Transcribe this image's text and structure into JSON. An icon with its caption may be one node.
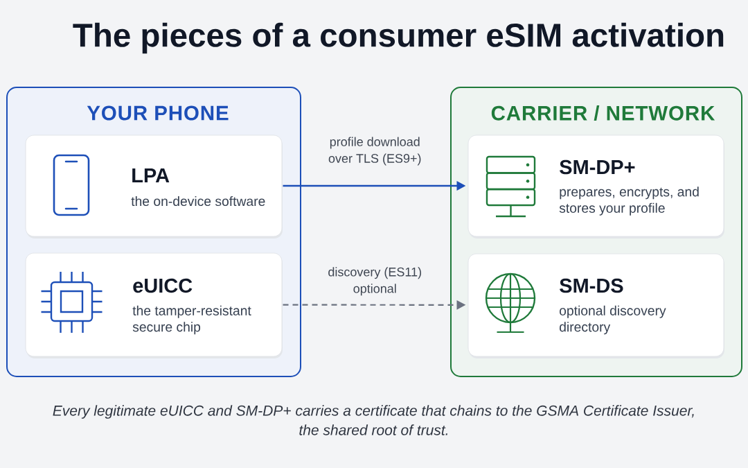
{
  "diagram": {
    "title": "The pieces of a consumer eSIM activation",
    "nodes": [
      {
        "text": [
          "YOUR PHONE"
        ]
      },
      {
        "text": [
          "LPA",
          "the on-device software"
        ],
        "in": 0
      },
      {
        "text": [
          "eUICC",
          "the tamper-resistant secure chip"
        ],
        "in": 0
      },
      {
        "text": [
          "CARRIER / NETWORK"
        ]
      },
      {
        "text": [
          "SM-DP+",
          "prepares, encrypts, and stores your profile"
        ],
        "in": 3
      },
      {
        "text": [
          "SM-DS",
          "optional discovery directory"
        ],
        "in": 3
      }
    ],
    "edges": [
      {
        "from": 1,
        "to": 4,
        "arrow": "to",
        "label": "profile download over TLS (ES9+)",
        "color": "#1d4fb8"
      },
      {
        "from": 2,
        "to": 5,
        "arrow": "to",
        "label": "discovery (ES11) optional",
        "style": "dashed",
        "color": "#6b7280"
      }
    ],
    "caption": "Every legitimate eUICC and SM-DP+ carries a certificate that chains to the GSMA Certificate Issuer, the shared root of trust."
  }
}
